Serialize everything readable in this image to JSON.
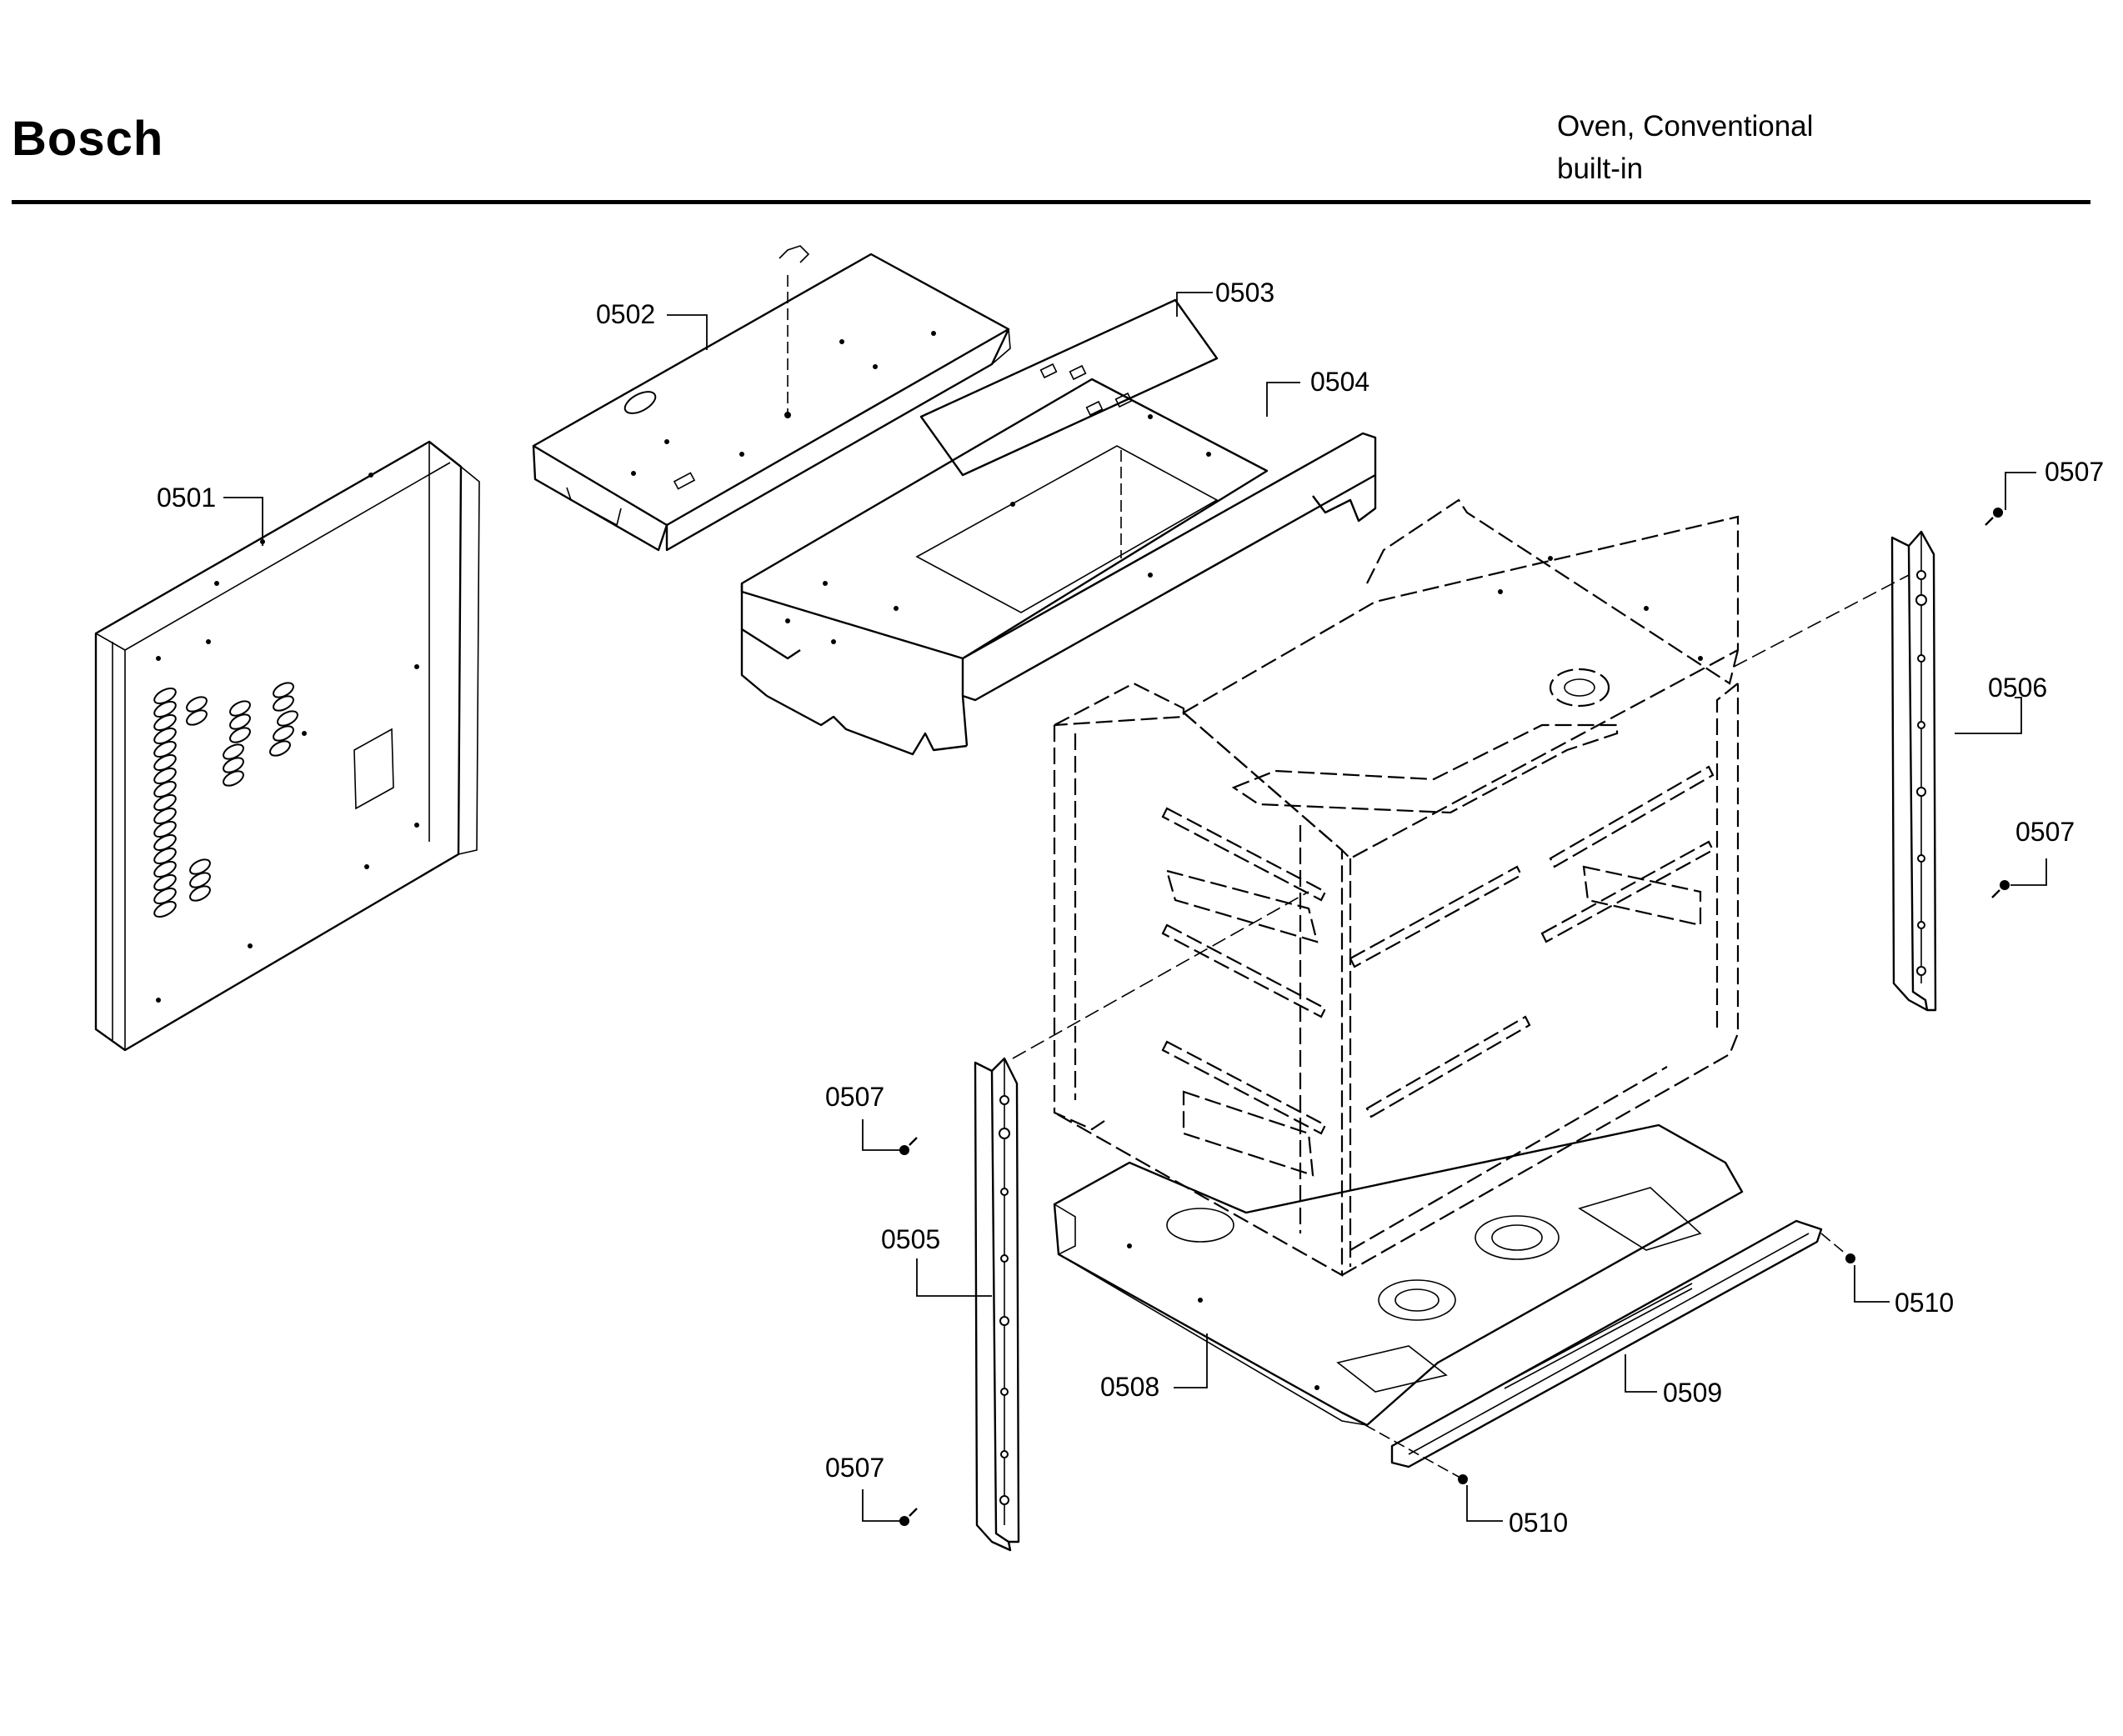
{
  "header": {
    "brand": "Bosch",
    "product_line1": "Oven, Conventional",
    "product_line2": "built-in"
  },
  "callouts": {
    "c0501": "0501",
    "c0502": "0502",
    "c0503": "0503",
    "c0504": "0504",
    "c0505": "0505",
    "c0506": "0506",
    "c0507a": "0507",
    "c0507b": "0507",
    "c0507c": "0507",
    "c0507d": "0507",
    "c0508": "0508",
    "c0509": "0509",
    "c0510a": "0510",
    "c0510b": "0510"
  }
}
